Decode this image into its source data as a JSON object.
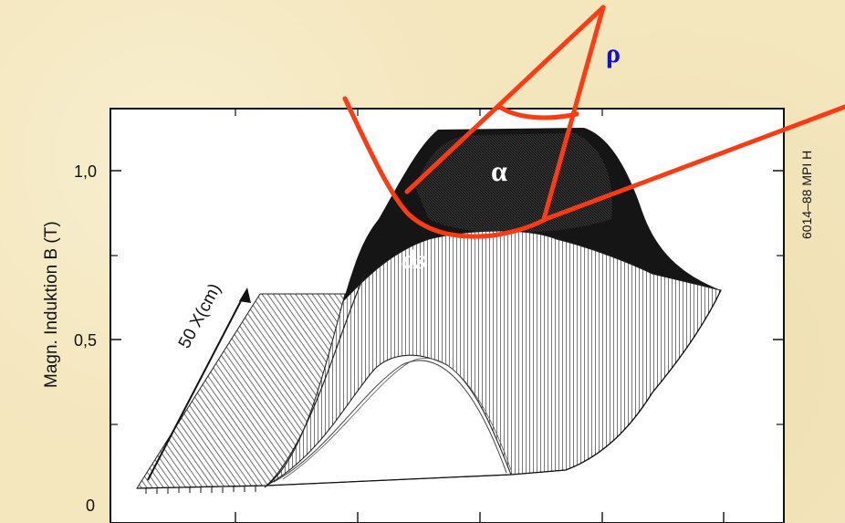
{
  "plot": {
    "y_axis_label": "Magn. Induktion  B (T)",
    "y_ticks": [
      "1,0",
      "0,5",
      "0"
    ],
    "depth_axis_label": "50  X(cm)",
    "side_label": "6014–88 MPI H"
  },
  "annotations": {
    "rho": "ρ",
    "alpha": "α",
    "ds": "ds"
  },
  "colors": {
    "background": "#f4e6bd",
    "construction_lines": "#ff3b14",
    "rho_label": "#1010d0",
    "alpha_label": "#ffffff",
    "ds_label": "#ffffff"
  }
}
